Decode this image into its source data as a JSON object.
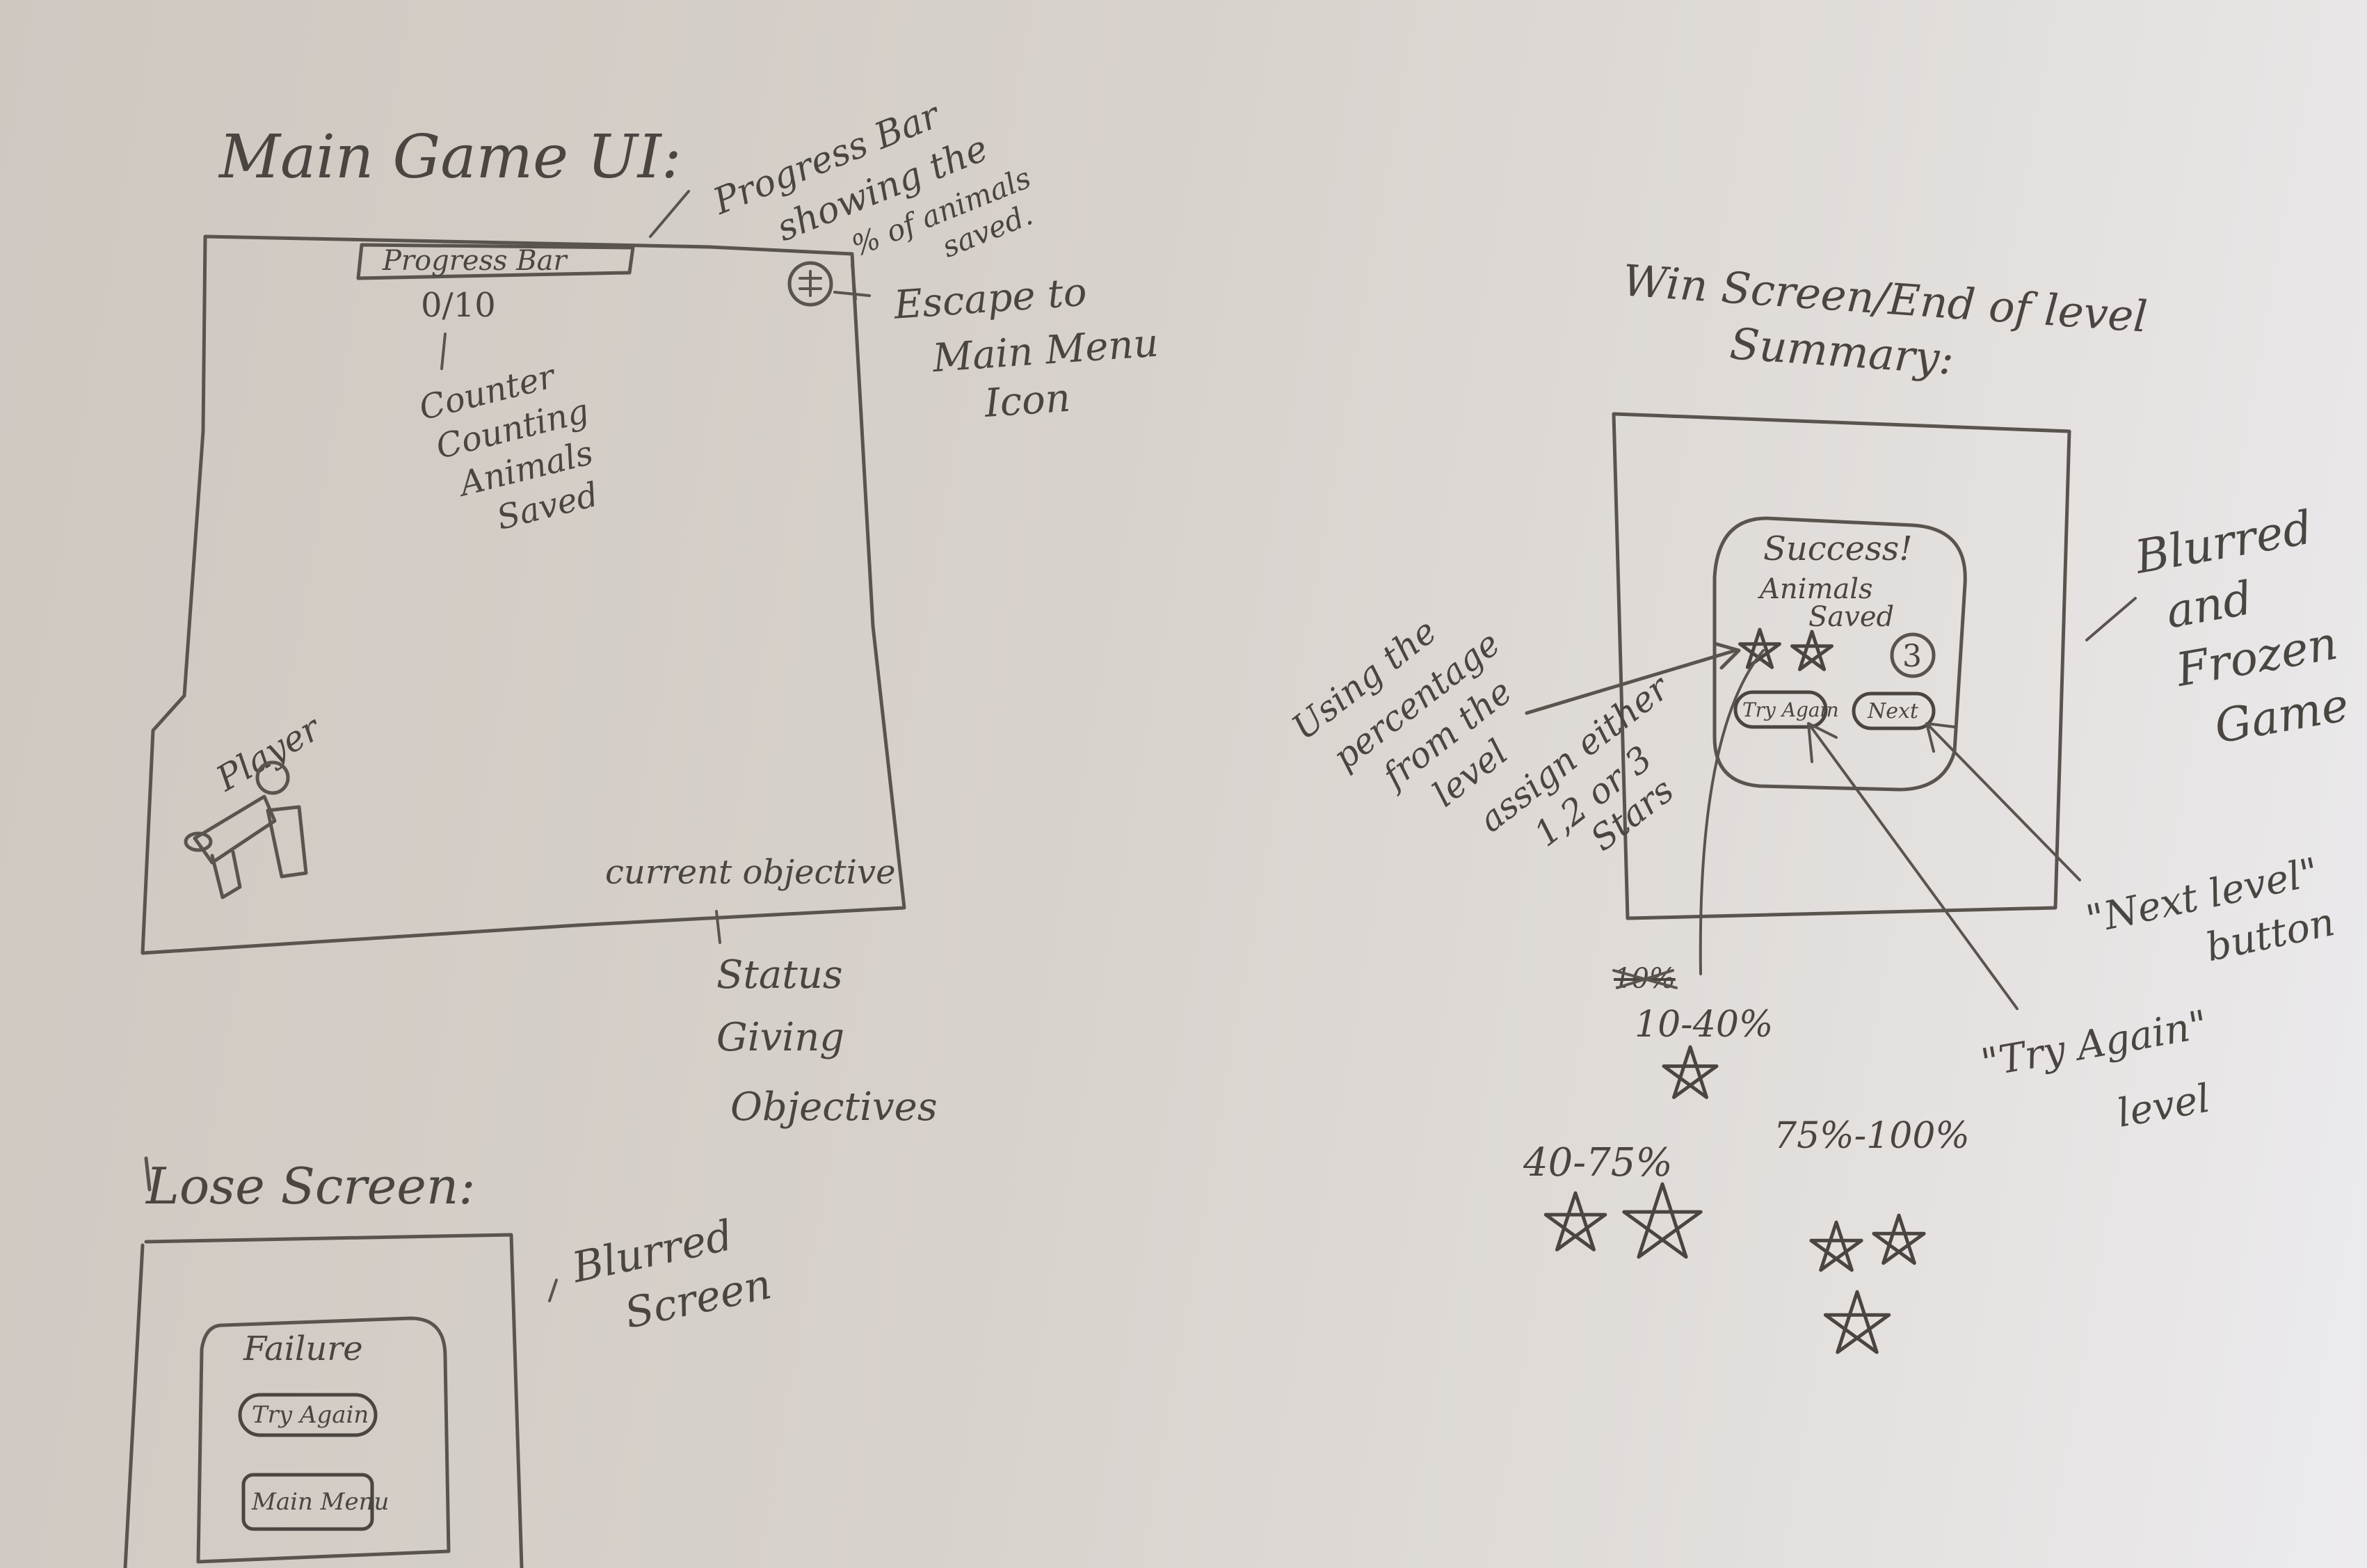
{
  "main_game": {
    "heading": "Main Game UI:",
    "progress_bar_label": "Progress Bar",
    "progress_note": [
      "Progress Bar",
      "showing the",
      "% of animals",
      "saved."
    ],
    "counter": "0/10",
    "counter_note": [
      "Counter",
      "Counting",
      "Animals",
      "Saved"
    ],
    "escape_note": [
      "Escape to",
      "Main Menu",
      "Icon"
    ],
    "player_label": "Player",
    "objective_label": "current objective",
    "status_note": [
      "Status",
      "Giving",
      "Objectives"
    ]
  },
  "win_screen": {
    "heading": [
      "Win Screen/End of level",
      "Summary:"
    ],
    "dialog_title": "Success!",
    "dialog_sub": [
      "Animals",
      "Saved"
    ],
    "saved_count": "3",
    "try_again_button": "Try Again",
    "next_button": "Next",
    "blurred_note": [
      "Blurred",
      "and",
      "Frozen",
      "Game"
    ],
    "percentage_note": [
      "Using the",
      "percentage",
      "from the",
      "level",
      "assign either",
      "1,2 or 3",
      "Stars"
    ],
    "next_level_note": [
      "\"Next level\"",
      "button"
    ],
    "try_again_note": [
      "\"Try Again\"",
      "level"
    ],
    "tier_crossed": "10%",
    "tiers": [
      {
        "range": "10-40%",
        "stars": 1
      },
      {
        "range": "40-75%",
        "stars": 2
      },
      {
        "range": "75%-100%",
        "stars": 3
      }
    ]
  },
  "lose_screen": {
    "heading": "Lose Screen:",
    "dialog_title": "Failure",
    "try_again_button": "Try Again",
    "main_menu_button": "Main Menu",
    "blurred_note": [
      "Blurred",
      "Screen"
    ]
  }
}
